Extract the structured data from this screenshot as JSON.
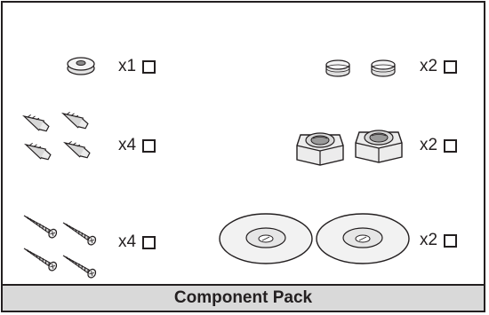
{
  "parts": [
    {
      "id": "cap-washer",
      "qty_label": "x1",
      "checkbox_icon": "checkbox-icon"
    },
    {
      "id": "dowel-plugs",
      "qty_label": "x4",
      "checkbox_icon": "checkbox-icon"
    },
    {
      "id": "wood-screws",
      "qty_label": "x4",
      "checkbox_icon": "checkbox-icon"
    },
    {
      "id": "end-caps",
      "qty_label": "x2",
      "checkbox_icon": "checkbox-icon"
    },
    {
      "id": "hex-nuts",
      "qty_label": "x2",
      "checkbox_icon": "checkbox-icon"
    },
    {
      "id": "large-washers",
      "qty_label": "x2",
      "checkbox_icon": "checkbox-icon"
    }
  ],
  "footer": {
    "title": "Component Pack"
  },
  "colors": {
    "ink": "#231f20",
    "footer_bg": "#d9d9d9",
    "part_fill": "#e6e6e6"
  }
}
